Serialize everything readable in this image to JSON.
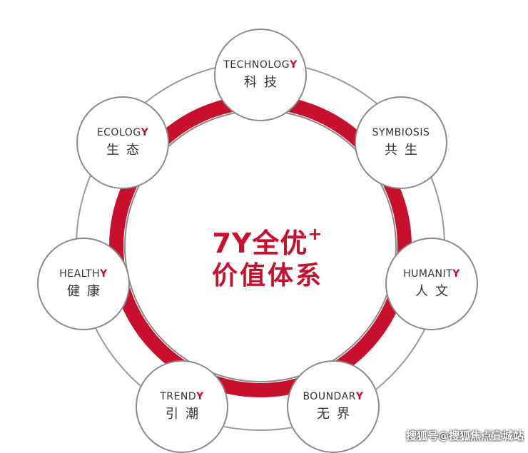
{
  "center": {
    "line1": "7Y全优",
    "line1_sup": "+",
    "line2": "价值体系"
  },
  "nodes": [
    {
      "id": "technology",
      "en_main": "TECHNOLOG",
      "en_last": "Y",
      "cn": "科技"
    },
    {
      "id": "symbiosis",
      "en_main": "SYMBIOSIS",
      "en_last": "",
      "cn": "共生"
    },
    {
      "id": "humanity",
      "en_main": "HUMANIT",
      "en_last": "Y",
      "cn": "人文"
    },
    {
      "id": "boundary",
      "en_main": "BOUNDAR",
      "en_last": "Y",
      "cn": "无界"
    },
    {
      "id": "trendy",
      "en_main": "TREND",
      "en_last": "Y",
      "cn": "引潮"
    },
    {
      "id": "healthy",
      "en_main": "HEALTH",
      "en_last": "Y",
      "cn": "健康"
    },
    {
      "id": "ecology",
      "en_main": "ECOLOG",
      "en_last": "Y",
      "cn": "生态"
    }
  ],
  "watermark": "搜狐号@搜狐焦点宜城站",
  "colors": {
    "accent": "#c8102e",
    "ring_gray": "#8a8a8a",
    "text": "#333333"
  }
}
